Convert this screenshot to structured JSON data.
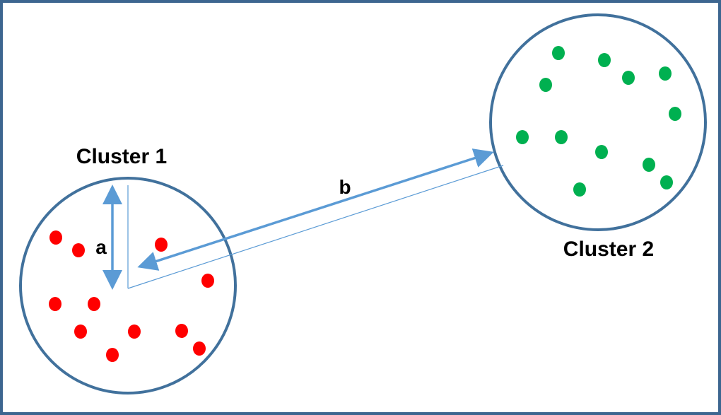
{
  "labels": {
    "cluster1": "Cluster 1",
    "cluster2": "Cluster 2",
    "a": "a",
    "b": "b"
  },
  "colors": {
    "frame": "#3d6690",
    "cluster_outline": "#41719c",
    "arrow": "#5b9bd5",
    "cluster1_points": "#ff0000",
    "cluster2_points": "#00b050"
  }
}
